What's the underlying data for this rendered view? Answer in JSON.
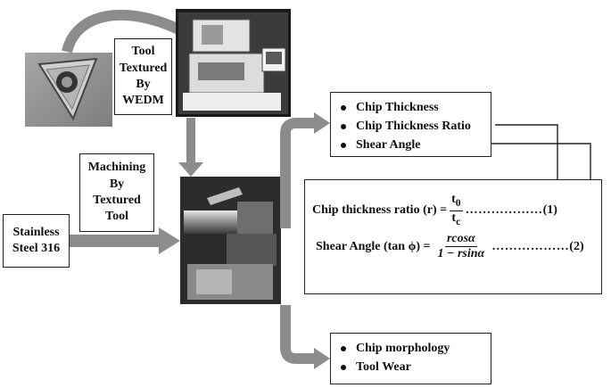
{
  "texts": {
    "tool_textured": [
      "Tool",
      "Textured",
      "By",
      "WEDM"
    ],
    "machining": [
      "Machining",
      "By",
      "Textured",
      "Tool"
    ],
    "material": [
      "Stainless",
      "Steel 316"
    ]
  },
  "outputs_top": [
    "Chip Thickness",
    "Chip Thickness Ratio",
    "Shear Angle"
  ],
  "outputs_bottom": [
    "Chip morphology",
    "Tool Wear"
  ],
  "equations": {
    "eq1": {
      "lhs": "Chip thickness ratio (r) =",
      "num": "t",
      "num_sub": "0",
      "den": "t",
      "den_sub": "c",
      "dots": "………………",
      "tag": "(1)"
    },
    "eq2": {
      "lhs": "Shear Angle (tan ϕ) =",
      "num": "rcosα",
      "den": "1 − rsinα",
      "dots": "………………",
      "tag": "(2)"
    }
  },
  "colors": {
    "arrow": "#8c8c8c",
    "line": "#222222"
  },
  "icons": [
    "textured-insert-photo",
    "wedm-machine-photo",
    "lathe-machining-photo"
  ]
}
